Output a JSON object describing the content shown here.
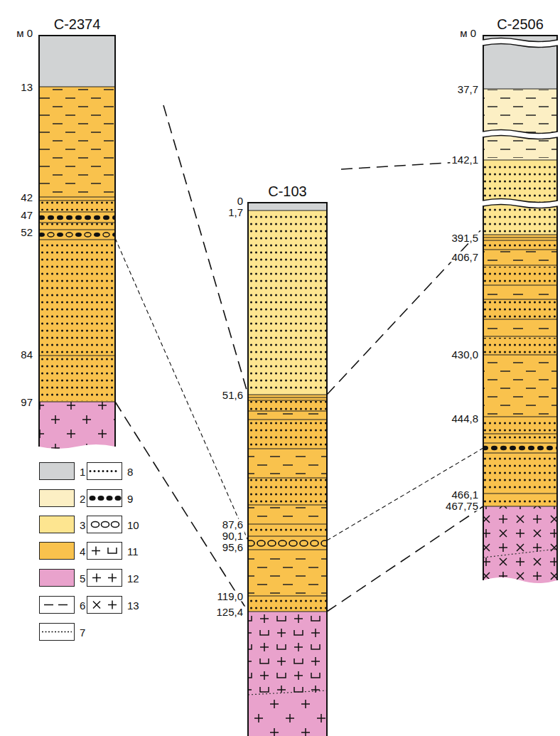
{
  "diagram": {
    "nodes": [
      {
        "text": [
          "С-2374"
        ]
      },
      {
        "text": [
          "С-103"
        ]
      },
      {
        "text": [
          "С-2506"
        ]
      }
    ],
    "edges": [
      {
        "from": 0,
        "to": 1,
        "arrow": "none"
      },
      {
        "from": 0,
        "to": 1,
        "arrow": "none"
      },
      {
        "from": 0,
        "to": 1,
        "arrow": "none"
      },
      {
        "from": 1,
        "to": 2,
        "arrow": "none"
      },
      {
        "from": 1,
        "to": 2,
        "arrow": "none"
      },
      {
        "from": 1,
        "to": 2,
        "arrow": "none"
      },
      {
        "from": 1,
        "to": 2,
        "arrow": "none"
      }
    ],
    "labels": [
      "м 0",
      "13",
      "42",
      "47",
      "52",
      "84",
      "97",
      "0",
      "1,7",
      "51,6",
      "87,6",
      "90,1",
      "95,6",
      "119,0",
      "125,4",
      "м 0",
      "37,7",
      "142,1",
      "391,5",
      "406,7",
      "430,0",
      "444,8",
      "466,1",
      "467,75"
    ],
    "legend": [
      {
        "text": "1",
        "color": "#d1d3d4"
      },
      {
        "text": "2",
        "color": "#fcefc4"
      },
      {
        "text": "3",
        "color": "#fde590"
      },
      {
        "text": "4",
        "color": "#f9c24d"
      },
      {
        "text": "5",
        "color": "#e9a2cc"
      },
      {
        "text": "6"
      },
      {
        "text": "7"
      },
      {
        "text": "8"
      },
      {
        "text": "9"
      },
      {
        "text": "10"
      },
      {
        "text": "11"
      },
      {
        "text": "12"
      },
      {
        "text": "13"
      }
    ]
  }
}
